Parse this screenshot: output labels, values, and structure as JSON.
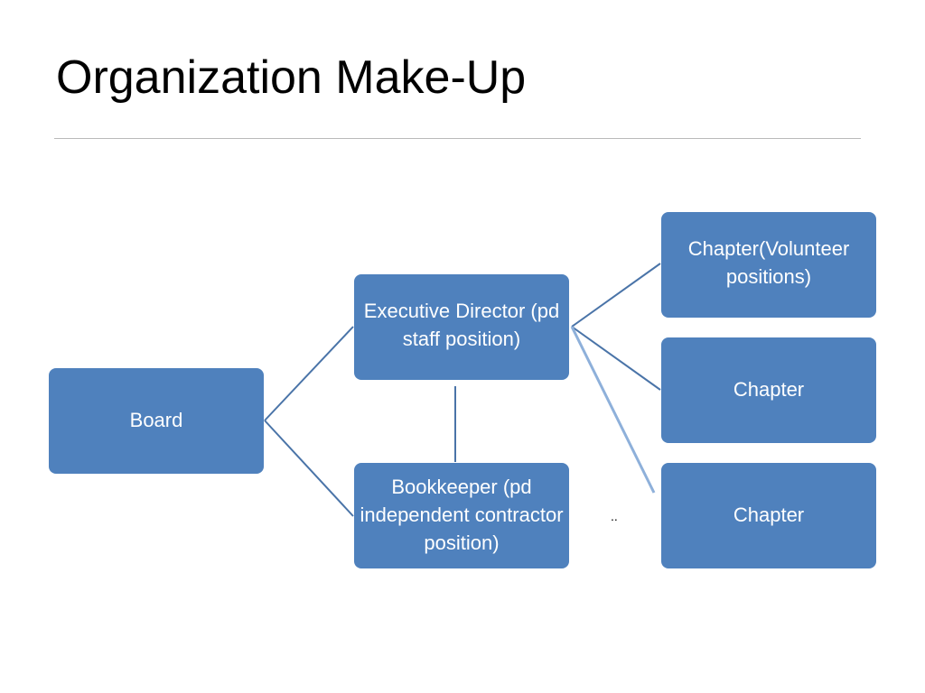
{
  "slide": {
    "title": "Organization Make-Up"
  },
  "nodes": {
    "board": "Board",
    "executive_director": "Executive Director (pd staff position)",
    "bookkeeper": "Bookkeeper (pd independent contractor position)",
    "chapter_volunteer": "Chapter(Volunteer positions)",
    "chapter_2": "Chapter",
    "chapter_3": "Chapter"
  },
  "annotation": "..",
  "colors": {
    "node_fill": "#4f81bd",
    "node_text": "#ffffff",
    "connector": "#4a74a8",
    "rule": "#b9b9b9"
  }
}
